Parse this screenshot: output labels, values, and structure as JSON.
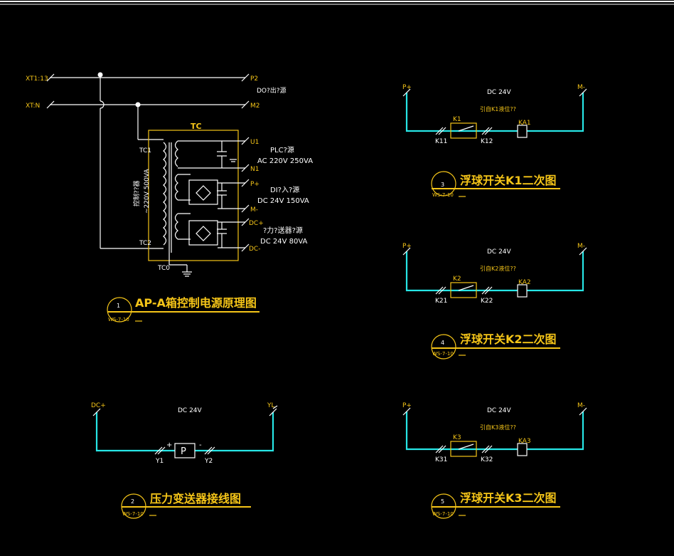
{
  "colors": {
    "background": "#000000",
    "wire": "#ffffff",
    "cyan_wire": "#27e6e6",
    "label": "#f5c518",
    "text": "#ffffff"
  },
  "main_diagram": {
    "terminal_xt1_13": "XT1:13",
    "terminal_xt_n": "XT:N",
    "out_p2": "P2",
    "out_m2": "M2",
    "do_supply_label": "DO?出?源",
    "box_label": "TC",
    "tc1": "TC1",
    "tc2": "TC2",
    "tc0": "TC0",
    "transformer_label": "控制??器",
    "transformer_rating": "~220V 500VA",
    "u1": "U1",
    "n1": "N1",
    "p_plus": "P+",
    "m_minus": "M-",
    "dc_plus": "DC+",
    "dc_minus": "DC-",
    "plc_label": "PLC?源",
    "plc_rating": "AC 220V 250VA",
    "di_label": "DI?入?源",
    "di_rating": "DC 24V 150VA",
    "tx_label": "?力?送器?源",
    "tx_rating": "DC 24V 80VA",
    "title": "AP-A箱控制电源原理图",
    "number": "1",
    "ref": "WS-7-10"
  },
  "pressure_diagram": {
    "left": "DC+",
    "right": "YL",
    "supply": "DC 24V",
    "plus": "+",
    "minus": "-",
    "device": "P",
    "y1": "Y1",
    "y2": "Y2",
    "title": "压力变送器接线图",
    "number": "2",
    "ref": "WS-7-10"
  },
  "float_diagrams": [
    {
      "p": "P+",
      "m": "M-",
      "supply": "DC 24V",
      "relay": "K1",
      "note": "引自K1液位??",
      "coil": "KA1",
      "t1": "K11",
      "t2": "K12",
      "title": "浮球开关K1二次图",
      "number": "3",
      "ref": "WS-7-10"
    },
    {
      "p": "P+",
      "m": "M-",
      "supply": "DC 24V",
      "relay": "K2",
      "note": "引自K2液位??",
      "coil": "KA2",
      "t1": "K21",
      "t2": "K22",
      "title": "浮球开关K2二次图",
      "number": "4",
      "ref": "WS-7-10"
    },
    {
      "p": "P+",
      "m": "M-",
      "supply": "DC 24V",
      "relay": "K3",
      "note": "引自K3液位??",
      "coil": "KA3",
      "t1": "K31",
      "t2": "K32",
      "title": "浮球开关K3二次图",
      "number": "5",
      "ref": "WS-7-10"
    }
  ]
}
